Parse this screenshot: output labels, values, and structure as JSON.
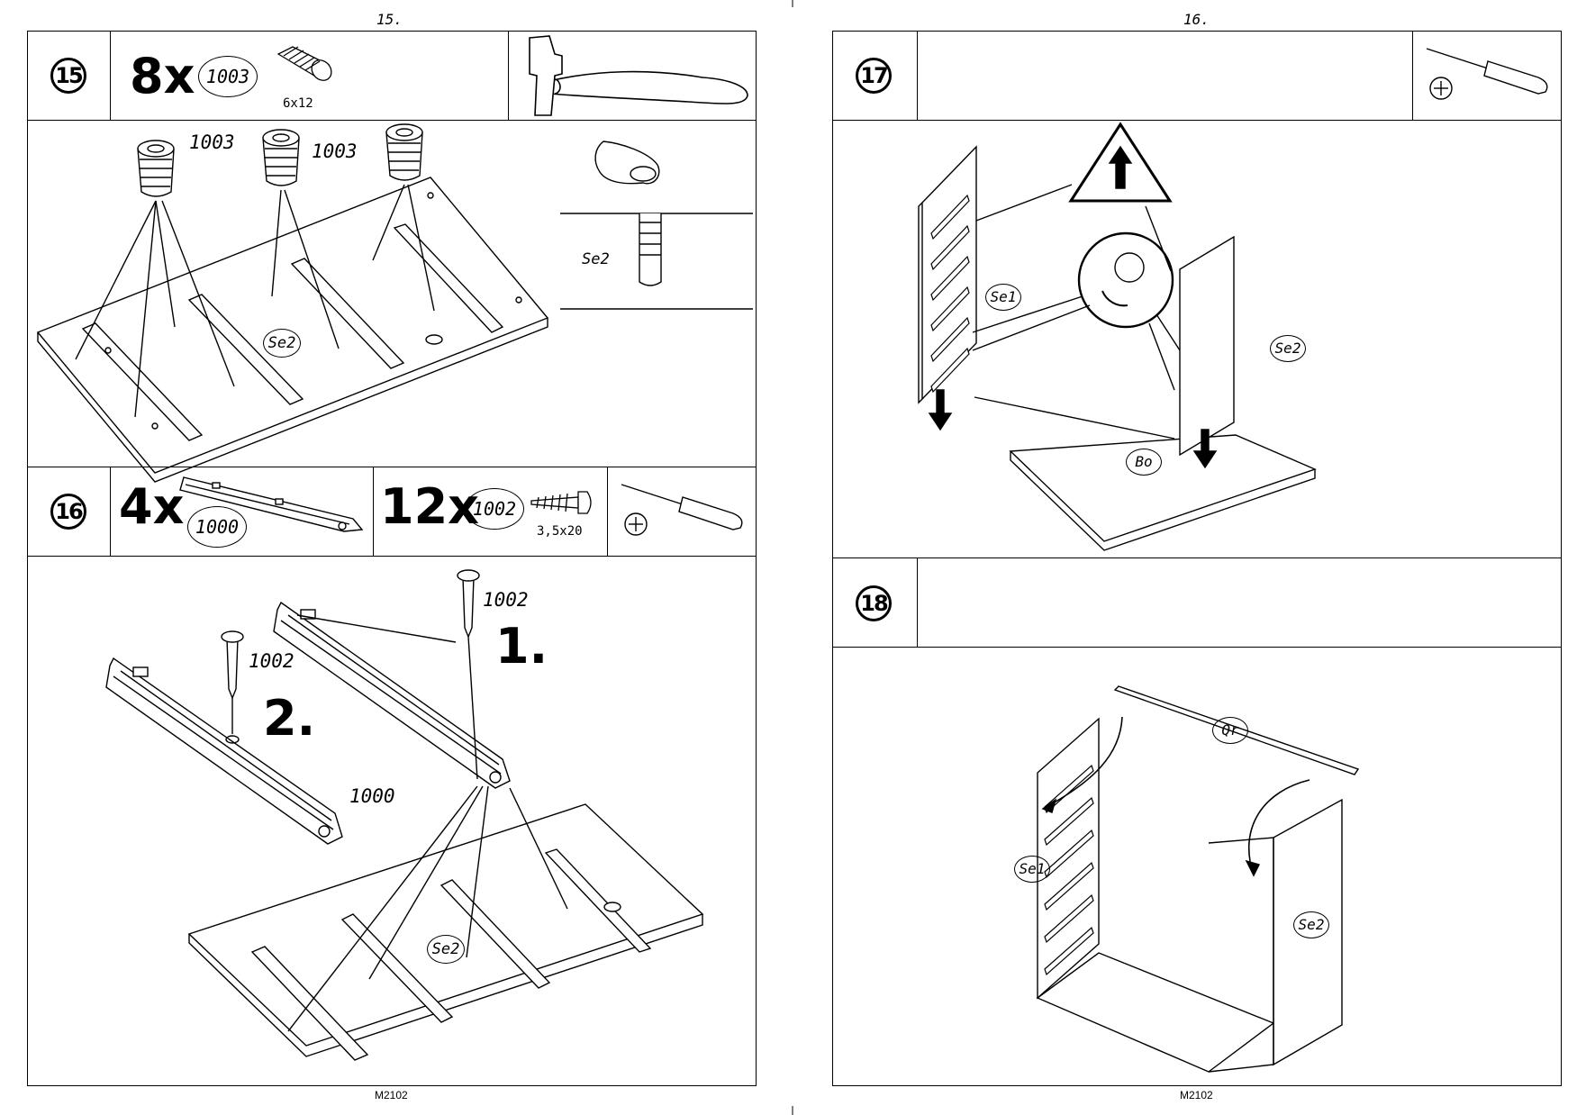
{
  "left_page": {
    "page_number": "15.",
    "footer_code": "M2102",
    "step15": {
      "number": "15",
      "quantity": "8x",
      "part_code": "1003",
      "part_size": "6x12",
      "tool_icon": "hammer-icon",
      "callouts": [
        "1003",
        "1003",
        "1003"
      ],
      "panel_label": "Se2",
      "detail_label": "Se2"
    },
    "step16": {
      "number": "16",
      "quantity_a": "4x",
      "part_a_code": "1000",
      "quantity_b": "12x",
      "part_b_code": "1002",
      "part_b_size": "3,5x20",
      "tool_icon": "screwdriver-icon",
      "screw_labels": [
        "1002",
        "1002"
      ],
      "rail_label": "1000",
      "order_labels": [
        "1.",
        "2."
      ],
      "panel_label": "Se2"
    }
  },
  "right_page": {
    "page_number": "16.",
    "footer_code": "M2102",
    "step17": {
      "number": "17",
      "tool_icon": "screwdriver-icon",
      "labels": {
        "left_panel": "Se1",
        "right_panel": "Se2",
        "bottom": "Bo"
      }
    },
    "step18": {
      "number": "18",
      "labels": {
        "rail": "Qr",
        "left_panel": "Se1",
        "right_panel": "Se2"
      }
    }
  },
  "colors": {
    "line": "#000000",
    "watermark": "#aab4eb"
  }
}
